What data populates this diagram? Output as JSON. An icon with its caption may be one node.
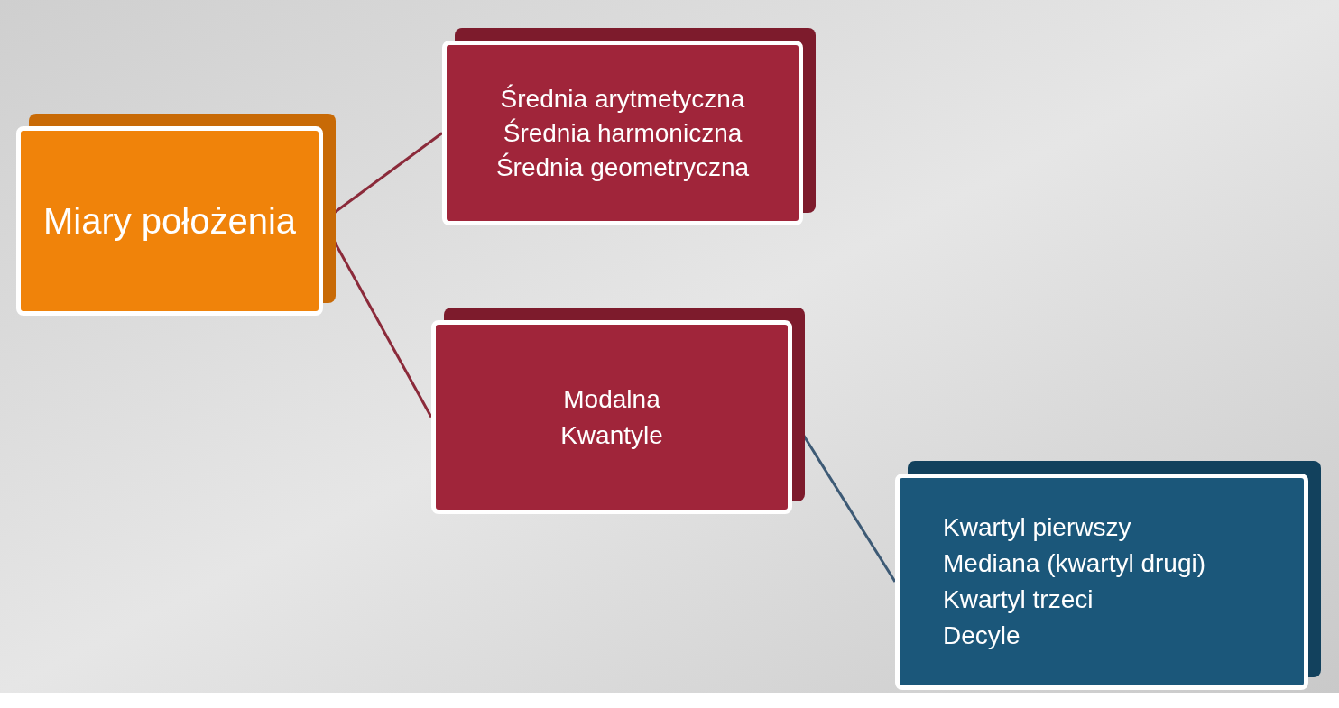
{
  "diagram": {
    "nodes": [
      {
        "text": [
          "Miary położenia"
        ]
      },
      {
        "text": [
          "Średnia arytmetyczna",
          "Średnia harmoniczna",
          "Średnia geometryczna"
        ]
      },
      {
        "text": [
          "Modalna",
          "Kwantyle"
        ]
      },
      {
        "text": [
          "Kwartyl pierwszy",
          "Mediana (kwartyl drugi)",
          "Kwartyl trzeci",
          "Decyle"
        ]
      }
    ],
    "edges": [
      {
        "from": 0,
        "to": 1,
        "arrow": "none"
      },
      {
        "from": 0,
        "to": 2,
        "arrow": "none"
      },
      {
        "from": 2,
        "to": 3,
        "arrow": "none",
        "color": "#3d5a75"
      }
    ]
  }
}
